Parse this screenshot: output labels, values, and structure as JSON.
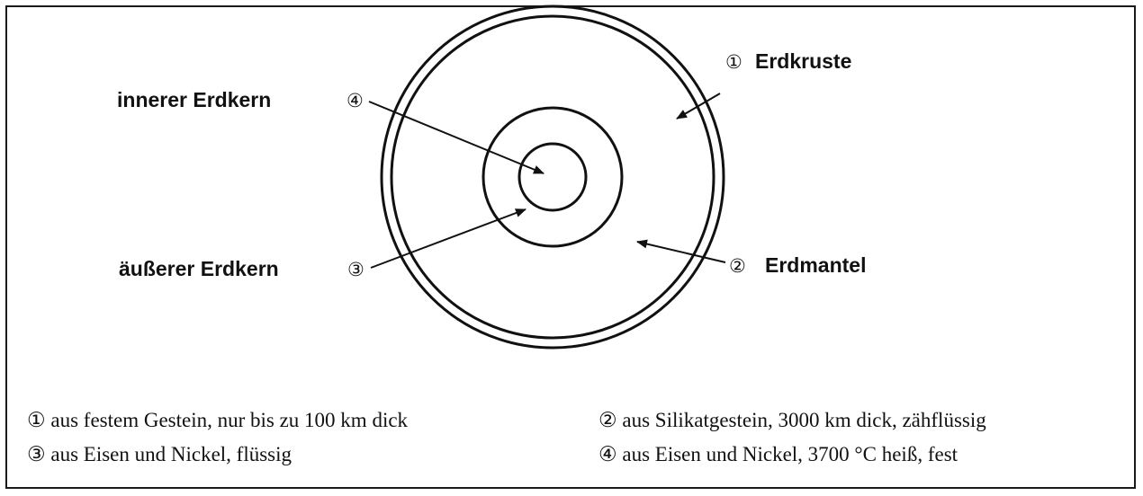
{
  "labels": {
    "crust": {
      "num": "①",
      "name": "Erdkruste"
    },
    "mantle": {
      "num": "②",
      "name": "Erdmantel"
    },
    "outer_core": {
      "num": "③",
      "name": "äußerer Erdkern"
    },
    "inner_core": {
      "num": "④",
      "name": "innerer Erdkern"
    }
  },
  "legend": [
    "① aus festem Gestein, nur bis zu 100 km dick",
    "② aus Silikatgestein, 3000 km dick, zähflüssig",
    "③ aus Eisen und Nickel, flüssig",
    "④ aus Eisen und Nickel, 3700 °C heiß, fest"
  ]
}
